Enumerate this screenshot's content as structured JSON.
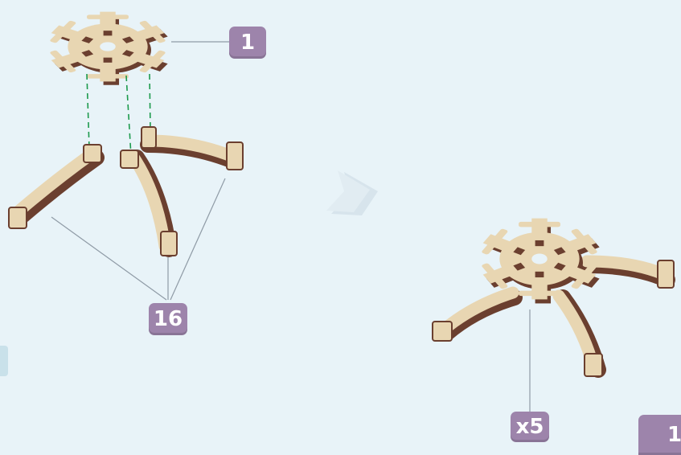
{
  "labels": {
    "top_part_count": "1",
    "leg_count": "16",
    "repeat_count": "x5",
    "page_number": "1"
  },
  "colors": {
    "background": "#e8f3f8",
    "wood_light": "#e8d6b2",
    "wood_dark": "#6b3f2f",
    "badge": "#9d84ab",
    "guide_line": "#8f9ba6",
    "dash_line": "#1c9a4c",
    "arrow": "#d7e4ec"
  },
  "icons": {
    "step_arrow": "chevron-right-icon"
  }
}
